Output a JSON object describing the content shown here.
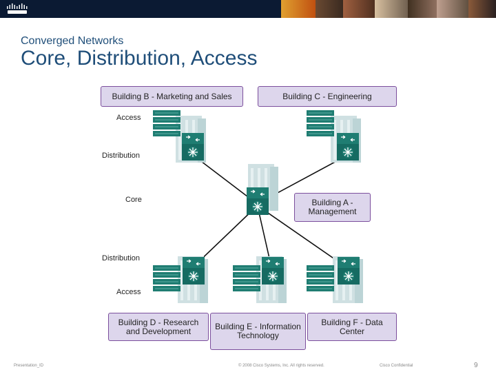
{
  "header": {
    "subtitle": "Converged Networks",
    "title": "Core, Distribution, Access"
  },
  "diagram": {
    "layer_labels": {
      "access_top": "Access",
      "distribution_top": "Distribution",
      "core": "Core",
      "distribution_bottom": "Distribution",
      "access_bottom": "Access"
    },
    "buildings": {
      "b": "Building B - Marketing and Sales",
      "c": "Building C - Engineering",
      "a": "Building A - Management",
      "d": "Building D - Research and Development",
      "e": "Building E - Information Technology",
      "f": "Building F - Data Center"
    }
  },
  "footer": {
    "left": "Presentation_ID",
    "center": "© 2008 Cisco Systems, Inc. All rights reserved.",
    "confidential": "Cisco Confidential",
    "page": "9"
  },
  "colors": {
    "title": "#1f4e79",
    "box_fill": "#ddd6ec",
    "box_border": "#7b4e9c",
    "switch_teal": "#1a7a70"
  }
}
